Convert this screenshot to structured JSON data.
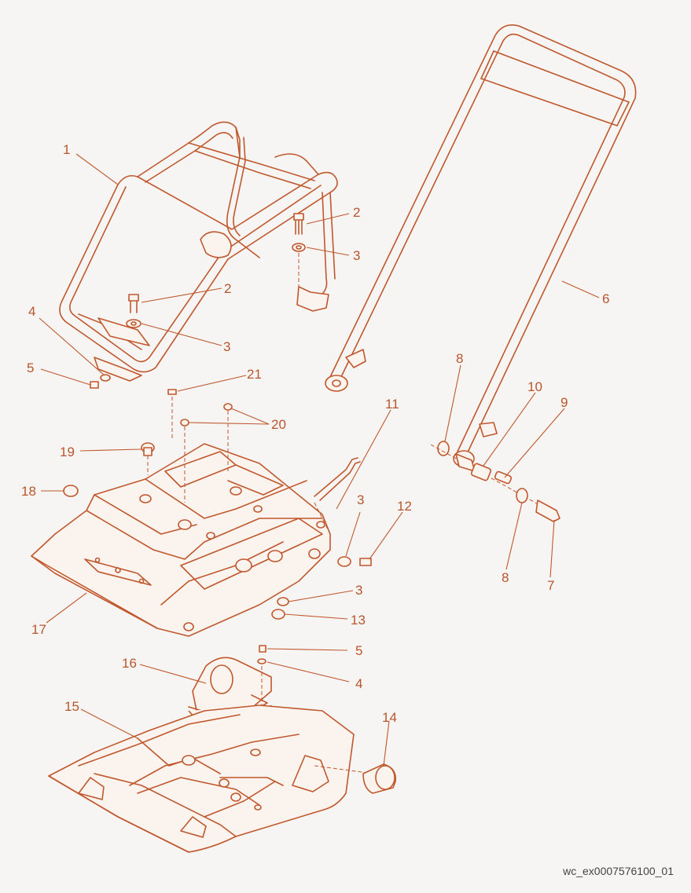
{
  "drawing": {
    "stroke_color": "#c0582d",
    "label_color": "#b8552c",
    "background": "#f6f5f3",
    "callouts": {
      "c1": "1",
      "c2a": "2",
      "c2b": "2",
      "c3a": "3",
      "c3b": "3",
      "c3c": "3",
      "c3d": "3",
      "c4a": "4",
      "c4b": "4",
      "c5a": "5",
      "c5b": "5",
      "c6": "6",
      "c7": "7",
      "c8a": "8",
      "c8b": "8",
      "c9": "9",
      "c10": "10",
      "c11": "11",
      "c12": "12",
      "c13": "13",
      "c14": "14",
      "c15": "15",
      "c16": "16",
      "c17": "17",
      "c18": "18",
      "c19": "19",
      "c20": "20",
      "c21": "21"
    },
    "document_id": "wc_ex0007576100_01"
  }
}
